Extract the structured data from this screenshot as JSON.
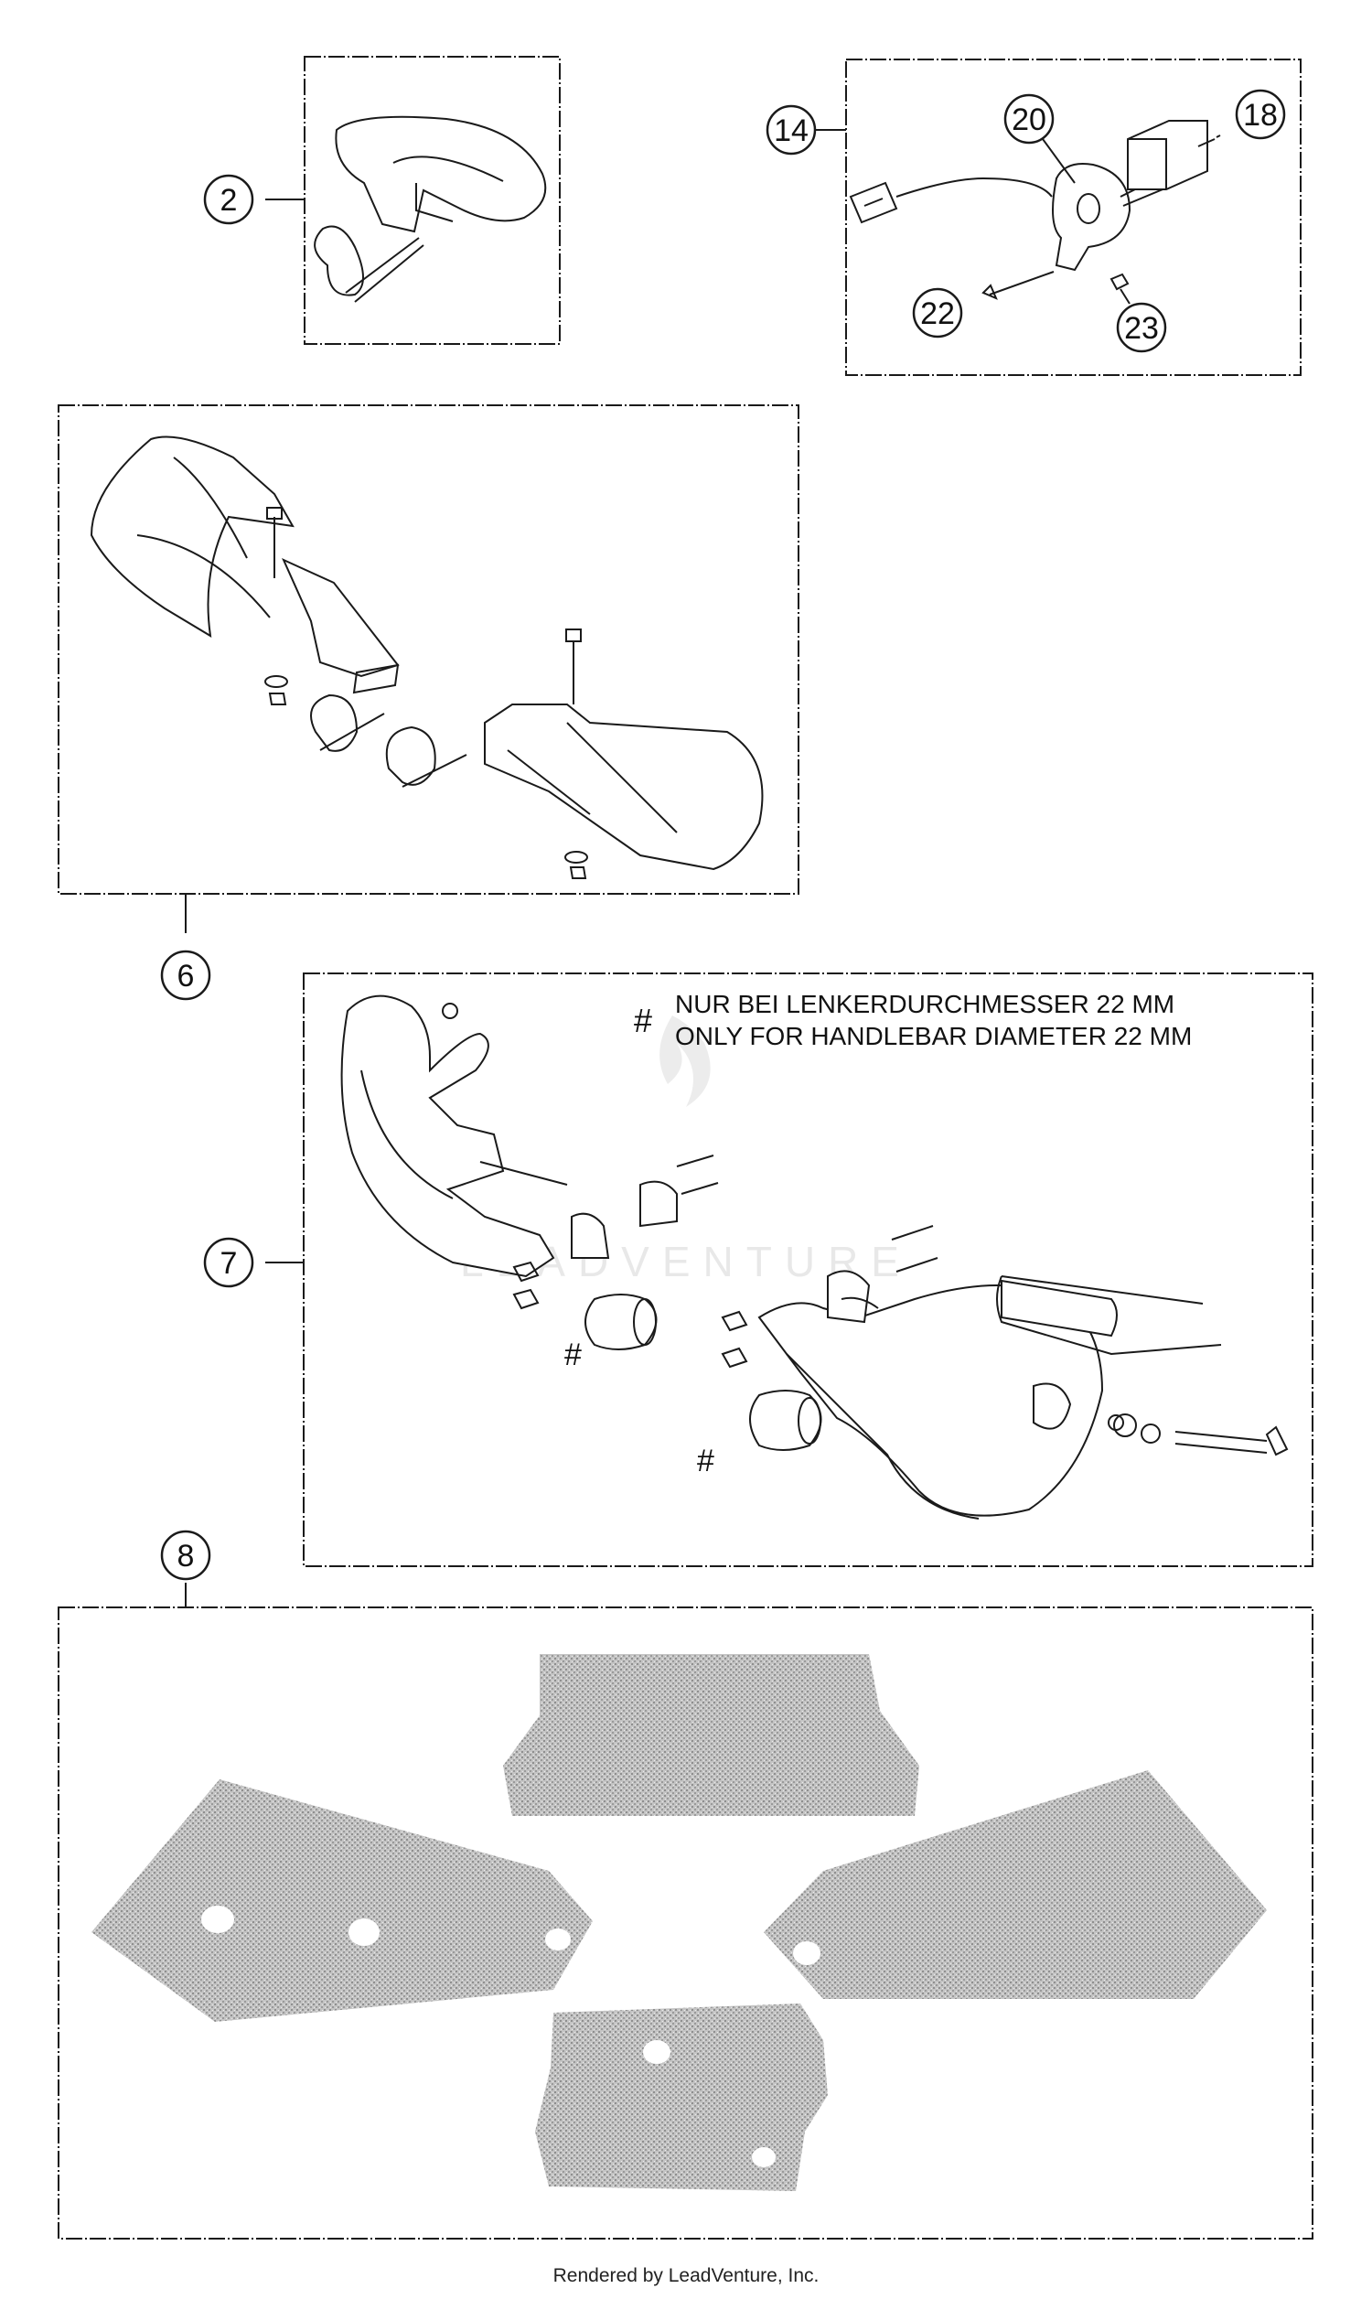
{
  "callouts": {
    "c2": "2",
    "c14": "14",
    "c20": "20",
    "c18": "18",
    "c22": "22",
    "c23": "23",
    "c6": "6",
    "c7": "7",
    "c8": "8"
  },
  "notes": {
    "marker": "#",
    "line_de": "NUR BEI LENKERDURCHMESSER 22 MM",
    "line_en": "ONLY FOR HANDLEBAR DIAMETER 22 MM"
  },
  "footer": {
    "text": "Rendered by LeadVenture, Inc."
  },
  "watermark": {
    "text": "LEADVENTURE"
  },
  "colors": {
    "line": "#1a1a1a",
    "decal_fill": "#b7b7b7",
    "watermark": "#e7e7e7"
  }
}
